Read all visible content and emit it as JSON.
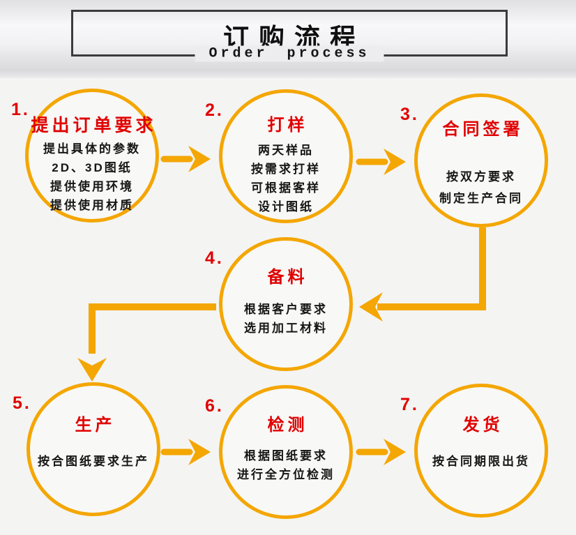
{
  "header": {
    "title": "订购流程",
    "subtitle": "Order process"
  },
  "colors": {
    "accent_orange": "#F4A602",
    "accent_red": "#E00000",
    "text_black": "#161616",
    "box_border": "#3B3B3D"
  },
  "nodes": [
    {
      "num": "1.",
      "title": "提出订单要求",
      "lines": [
        "提出具体的参数",
        "2D、3D图纸",
        "提供使用环境",
        "提供使用材质"
      ]
    },
    {
      "num": "2.",
      "title": "打样",
      "lines": [
        "两天样品",
        "按需求打样",
        "可根据客样",
        "设计图纸"
      ]
    },
    {
      "num": "3.",
      "title": "合同签署",
      "lines": [
        "按双方要求",
        "制定生产合同"
      ]
    },
    {
      "num": "4.",
      "title": "备料",
      "lines": [
        "根据客户要求",
        "选用加工材料"
      ]
    },
    {
      "num": "5.",
      "title": "生产",
      "lines": [
        "按合图纸要求生产"
      ]
    },
    {
      "num": "6.",
      "title": "检测",
      "lines": [
        "根据图纸要求",
        "进行全方位检测"
      ]
    },
    {
      "num": "7.",
      "title": "发货",
      "lines": [
        "按合同期限出货"
      ]
    }
  ]
}
